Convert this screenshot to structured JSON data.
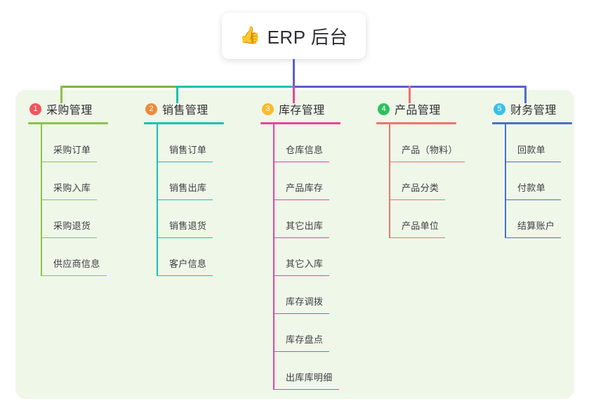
{
  "root": {
    "emoji": "👍",
    "emoji_icon": "thumbs-up-icon",
    "title": "ERP 后台"
  },
  "panel": {
    "background_color": "#eff7e9"
  },
  "connector_colors": {
    "trunk": "#5a5fd0",
    "segment_green": "#7cb342",
    "segment_teal": "#18c2b2",
    "segment_blue": "#5a5fd0"
  },
  "columns": [
    {
      "index": "1",
      "title": "采购管理",
      "badge_color": "#f4545c",
      "line_color": "#8bc34a",
      "drop_color": "#8bc34a",
      "items": [
        "采购订单",
        "采购入库",
        "采购退货",
        "供应商信息"
      ]
    },
    {
      "index": "2",
      "title": "销售管理",
      "badge_color": "#f08a3c",
      "line_color": "#18c2b2",
      "drop_color": "#18c2b2",
      "items": [
        "销售订单",
        "销售出库",
        "销售退货",
        "客户信息"
      ]
    },
    {
      "index": "3",
      "title": "库存管理",
      "badge_color": "#fbbb2c",
      "line_color": "#e8449a",
      "drop_color": "#e8449a",
      "items": [
        "仓库信息",
        "产品库存",
        "其它出库",
        "其它入库",
        "库存调拨",
        "库存盘点",
        "出库库明细"
      ]
    },
    {
      "index": "4",
      "title": "产品管理",
      "badge_color": "#2fbf5f",
      "line_color": "#f4706b",
      "drop_color": "#f4706b",
      "items": [
        "产品（物料）",
        "产品分类",
        "产品单位"
      ]
    },
    {
      "index": "5",
      "title": "财务管理",
      "badge_color": "#3ac0e8",
      "line_color": "#4a6fc9",
      "drop_color": "#4a6fc9",
      "items": [
        "回款单",
        "付款单",
        "结算账户"
      ]
    }
  ]
}
